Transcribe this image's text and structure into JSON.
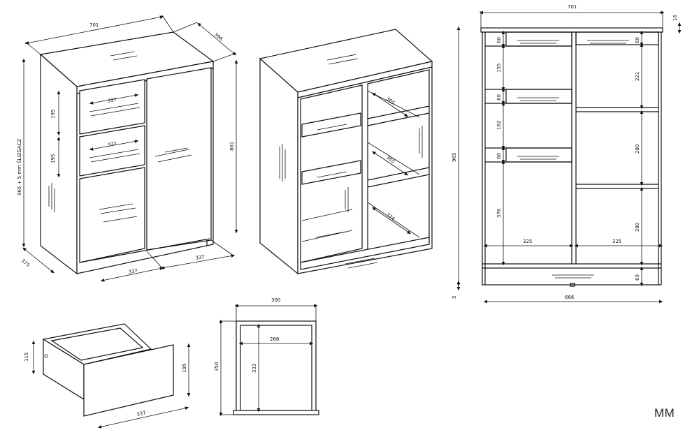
{
  "units": "MM",
  "front_view": {
    "width": "701",
    "depth": "396",
    "drawer_width_1": "337",
    "drawer_width_2": "337",
    "drawer_height_1": "195",
    "drawer_height_2": "195",
    "height_note": "965 + 5 mm ŚLIZGACZ",
    "side_height": "861",
    "base_depth": "375",
    "bottom_width_left": "337",
    "bottom_width_right": "337"
  },
  "open_view": {
    "shelf_depth_1": "365",
    "shelf_depth_2": "365",
    "shelf_depth_3": "374"
  },
  "elevation": {
    "total_width": "701",
    "top_thickness": "16",
    "total_height": "965",
    "glide_height": "5",
    "inner_width": "666",
    "left_compartment_width": "325",
    "right_compartment_width": "325",
    "drawer_front_1": "60",
    "space_1": "155",
    "drawer_front_2": "60",
    "space_2": "162",
    "drawer_front_3": "60",
    "space_3": "376",
    "right_top_rail": "60",
    "right_space_1": "221",
    "right_space_2": "280",
    "right_space_3": "280",
    "plinth": "60"
  },
  "drawer_detail": {
    "height_inner": "115",
    "front_height": "195",
    "front_width": "337"
  },
  "drawer_top_view": {
    "outer_width": "300",
    "inner_width": "268",
    "outer_depth": "350",
    "inner_depth": "333"
  }
}
